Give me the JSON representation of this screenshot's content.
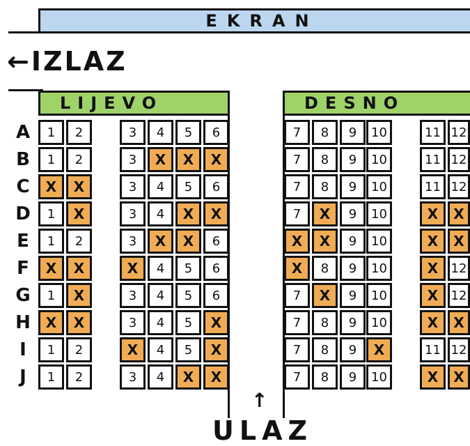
{
  "screen_label": "EKRAN",
  "exit_label": "←IZLAZ",
  "entry_label": "ULAZ",
  "entry_arrow": "↑",
  "sections": {
    "left": "LIJEVO",
    "right": "DESNO"
  },
  "colors": {
    "taken": "#f0ac55",
    "section": "#9fd36a",
    "screen": "#bcd6ef"
  },
  "rows": [
    {
      "label": "A",
      "seats": [
        "1",
        "2",
        "3",
        "4",
        "5",
        "6",
        "7",
        "8",
        "9",
        "10",
        "11",
        "12"
      ]
    },
    {
      "label": "B",
      "seats": [
        "1",
        "2",
        "3",
        "X",
        "X",
        "X",
        "7",
        "8",
        "9",
        "10",
        "11",
        "12"
      ]
    },
    {
      "label": "C",
      "seats": [
        "X",
        "X",
        "3",
        "4",
        "5",
        "6",
        "7",
        "8",
        "9",
        "10",
        "11",
        "12"
      ]
    },
    {
      "label": "D",
      "seats": [
        "1",
        "X",
        "3",
        "4",
        "X",
        "X",
        "7",
        "X",
        "9",
        "10",
        "X",
        "X"
      ]
    },
    {
      "label": "E",
      "seats": [
        "1",
        "2",
        "3",
        "X",
        "X",
        "6",
        "X",
        "X",
        "9",
        "10",
        "X",
        "X"
      ]
    },
    {
      "label": "F",
      "seats": [
        "X",
        "X",
        "X",
        "4",
        "5",
        "6",
        "X",
        "8",
        "9",
        "10",
        "X",
        "12"
      ]
    },
    {
      "label": "G",
      "seats": [
        "1",
        "X",
        "3",
        "4",
        "5",
        "6",
        "7",
        "X",
        "9",
        "10",
        "X",
        "12"
      ]
    },
    {
      "label": "H",
      "seats": [
        "X",
        "X",
        "3",
        "4",
        "5",
        "X",
        "7",
        "8",
        "9",
        "10",
        "X",
        "X"
      ]
    },
    {
      "label": "I",
      "seats": [
        "1",
        "2",
        "X",
        "4",
        "5",
        "X",
        "7",
        "8",
        "9",
        "X",
        "11",
        "12"
      ]
    },
    {
      "label": "J",
      "seats": [
        "1",
        "2",
        "3",
        "4",
        "X",
        "X",
        "7",
        "8",
        "9",
        "10",
        "X",
        "X"
      ]
    }
  ]
}
